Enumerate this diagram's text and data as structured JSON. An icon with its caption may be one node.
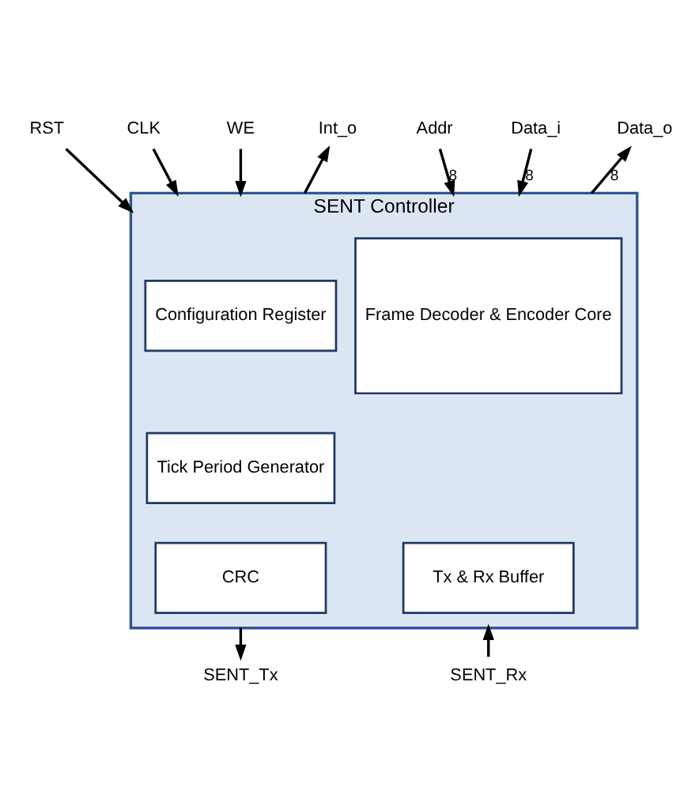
{
  "diagram": {
    "nodes": [
      {
        "text": [
          "RST"
        ]
      },
      {
        "text": [
          "CLK"
        ]
      },
      {
        "text": [
          "WE"
        ]
      },
      {
        "text": [
          "Int_o"
        ]
      },
      {
        "text": [
          "Addr"
        ]
      },
      {
        "text": [
          "Data_i"
        ]
      },
      {
        "text": [
          "Data_o"
        ]
      },
      {
        "text": [
          "SENT Controller"
        ]
      },
      {
        "text": [
          "Configuration Register"
        ],
        "in": 7
      },
      {
        "text": [
          "Frame Decoder & Encoder Core"
        ],
        "in": 7
      },
      {
        "text": [
          "Tick Period Generator"
        ],
        "in": 7
      },
      {
        "text": [
          "CRC"
        ],
        "in": 7
      },
      {
        "text": [
          "Tx & Rx Buffer"
        ],
        "in": 7
      },
      {
        "text": [
          "SENT_Tx"
        ]
      },
      {
        "text": [
          "SENT_Rx"
        ]
      }
    ],
    "edges": [
      {
        "from": 0,
        "to": 7,
        "arrow": "to"
      },
      {
        "from": 1,
        "to": 7,
        "arrow": "to"
      },
      {
        "from": 2,
        "to": 7,
        "arrow": "to"
      },
      {
        "from": 7,
        "to": 3,
        "arrow": "to"
      },
      {
        "from": 4,
        "to": 7,
        "arrow": "to",
        "label": "8"
      },
      {
        "from": 5,
        "to": 7,
        "arrow": "to",
        "label": "8"
      },
      {
        "from": 7,
        "to": 6,
        "arrow": "to",
        "label": "8"
      },
      {
        "from": 7,
        "to": 13,
        "arrow": "to"
      },
      {
        "from": 14,
        "to": 7,
        "arrow": "to"
      }
    ]
  }
}
